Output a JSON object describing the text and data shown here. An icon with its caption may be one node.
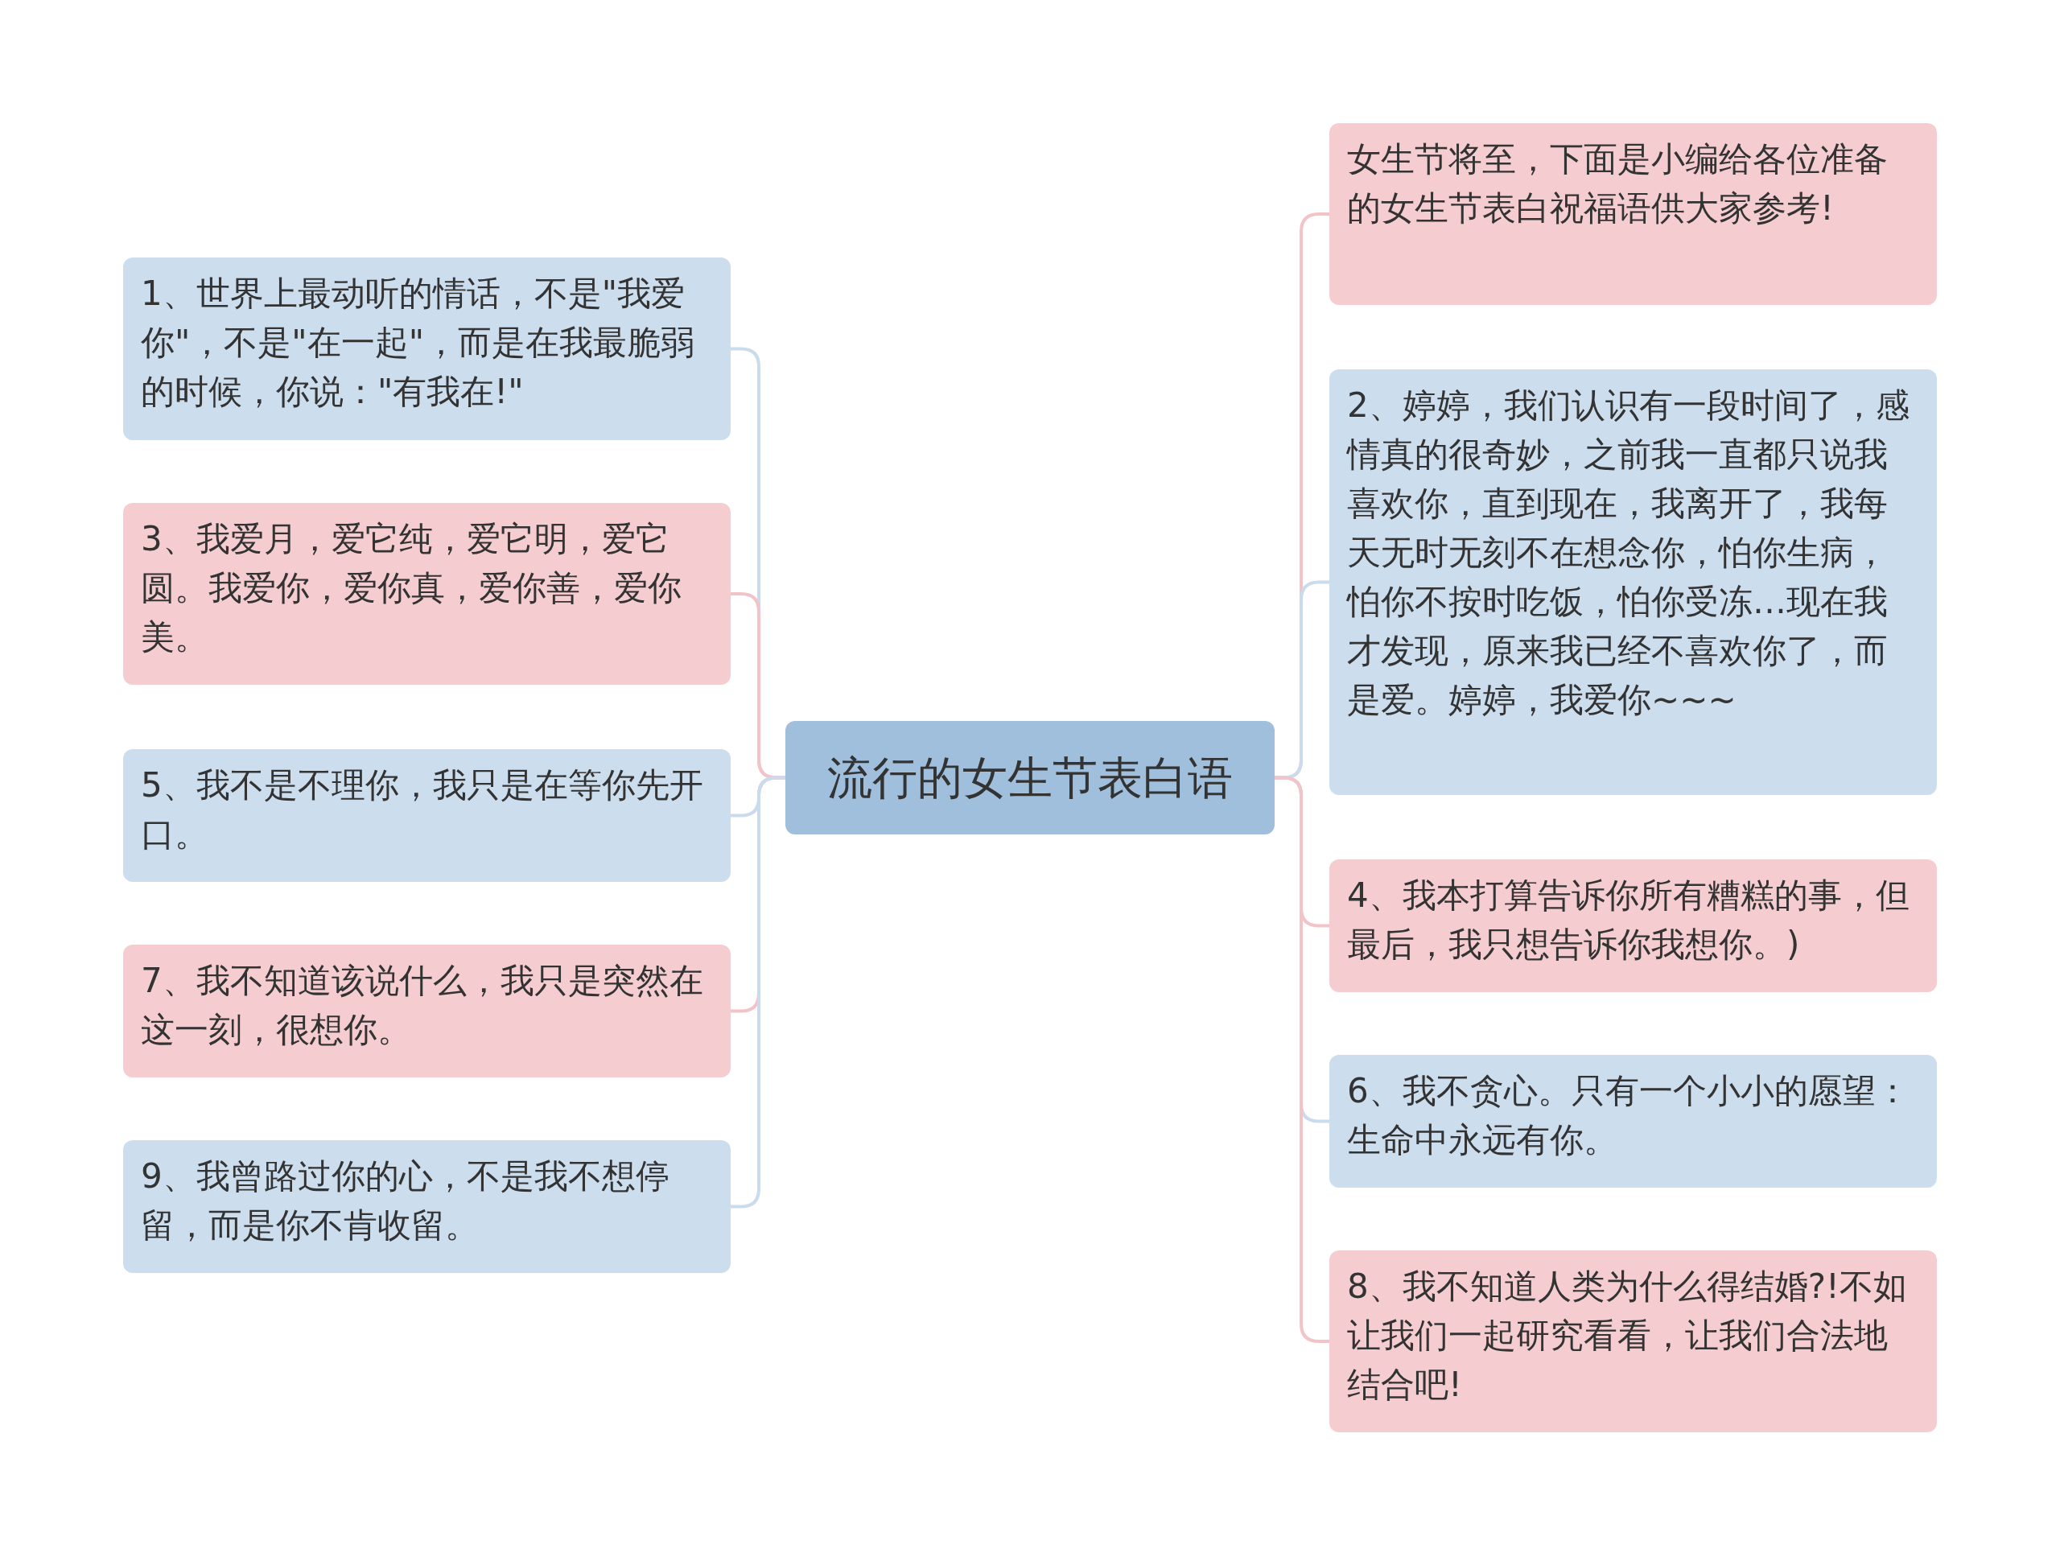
{
  "diagram": {
    "nodes": [
      {
        "text": [
          "流行的女生节表白语"
        ]
      },
      {
        "text": [
          "女生节将至，下面是小编给各位准备的女生节表白祝福语供大家参考!"
        ]
      },
      {
        "text": [
          "1、世界上最动听的情话，不是\"我爱你\"，不是\"在一起\"，而是在我最脆弱的时候，你说：\"有我在!\""
        ]
      },
      {
        "text": [
          "2、婷婷，我们认识有一段时间了，感情真的很奇妙，之前我一直都只说我喜欢你，直到现在，我离开了，我每天无时无刻不在想念你，怕你生病，怕你不按时吃饭，怕你受冻…现在我才发现，原来我已经不喜欢你了，而是爱。婷婷，我爱你~~~"
        ]
      },
      {
        "text": [
          "3、我爱月，爱它纯，爱它明，爱它圆。我爱你，爱你真，爱你善，爱你美。"
        ]
      },
      {
        "text": [
          "4、我本打算告诉你所有糟糕的事，但最后，我只想告诉你我想你。)"
        ]
      },
      {
        "text": [
          "5、我不是不理你，我只是在等你先开口。"
        ]
      },
      {
        "text": [
          "6、我不贪心。只有一个小小的愿望：生命中永远有你。"
        ]
      },
      {
        "text": [
          "7、我不知道该说什么，我只是突然在这一刻，很想你。"
        ]
      },
      {
        "text": [
          "8、我不知道人类为什么得结婚?!不如让我们一起研究看看，让我们合法地结合吧!"
        ]
      },
      {
        "text": [
          "9、我曾路过你的心，不是我不想停留，而是你不肯收留。"
        ]
      }
    ],
    "edges": [
      {
        "from": 0,
        "to": 1,
        "arrow": "none",
        "color": "#f2c4c8"
      },
      {
        "from": 0,
        "to": 2,
        "arrow": "none",
        "color": "#c9dbec"
      },
      {
        "from": 0,
        "to": 3,
        "arrow": "none",
        "color": "#c9dbec"
      },
      {
        "from": 0,
        "to": 4,
        "arrow": "none",
        "color": "#f2c4c8"
      },
      {
        "from": 0,
        "to": 5,
        "arrow": "none",
        "color": "#f2c4c8"
      },
      {
        "from": 0,
        "to": 6,
        "arrow": "none",
        "color": "#c9dbec"
      },
      {
        "from": 0,
        "to": 7,
        "arrow": "none",
        "color": "#c9dbec"
      },
      {
        "from": 0,
        "to": 8,
        "arrow": "none",
        "color": "#f2c4c8"
      },
      {
        "from": 0,
        "to": 9,
        "arrow": "none",
        "color": "#f2c4c8"
      },
      {
        "from": 0,
        "to": 10,
        "arrow": "none",
        "color": "#c9dbec"
      }
    ]
  }
}
